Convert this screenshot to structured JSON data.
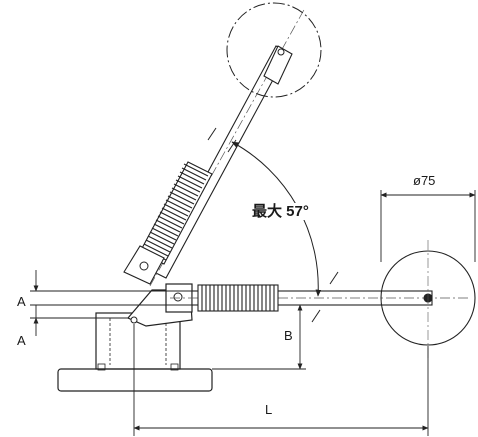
{
  "labels": {
    "angle": "最大 57°",
    "diameter": "ø75",
    "a_upper": "A",
    "a_lower": "A",
    "b": "B",
    "l": "L"
  },
  "colors": {
    "line": "#222222",
    "centerline": "#555555",
    "background": "#ffffff"
  }
}
